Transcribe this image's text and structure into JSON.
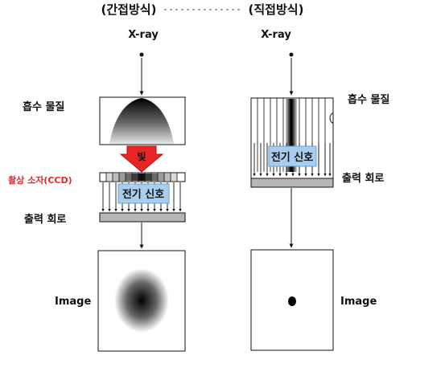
{
  "labels": {
    "indirect_title": "(간접방식)",
    "direct_title": "(직접방식)",
    "xray_left": "X-ray",
    "xray_right": "X-ray",
    "absorber_left": "흡수 물질",
    "absorber_right": "흡수 물질",
    "light": "빛",
    "sensor": "촬상 소자(CCD)",
    "signal_left": "전기 신호",
    "signal_right": "전기 신호",
    "circuit_left": "출력 회로",
    "circuit_right": "출력 회로",
    "image_left": "Image",
    "image_right": "Image"
  },
  "colors": {
    "sensor_label": "#e8262a",
    "light_arrow": "#e8262a",
    "signal_box": "#a9cdee",
    "circuit_bar": "#b7b7b7"
  }
}
